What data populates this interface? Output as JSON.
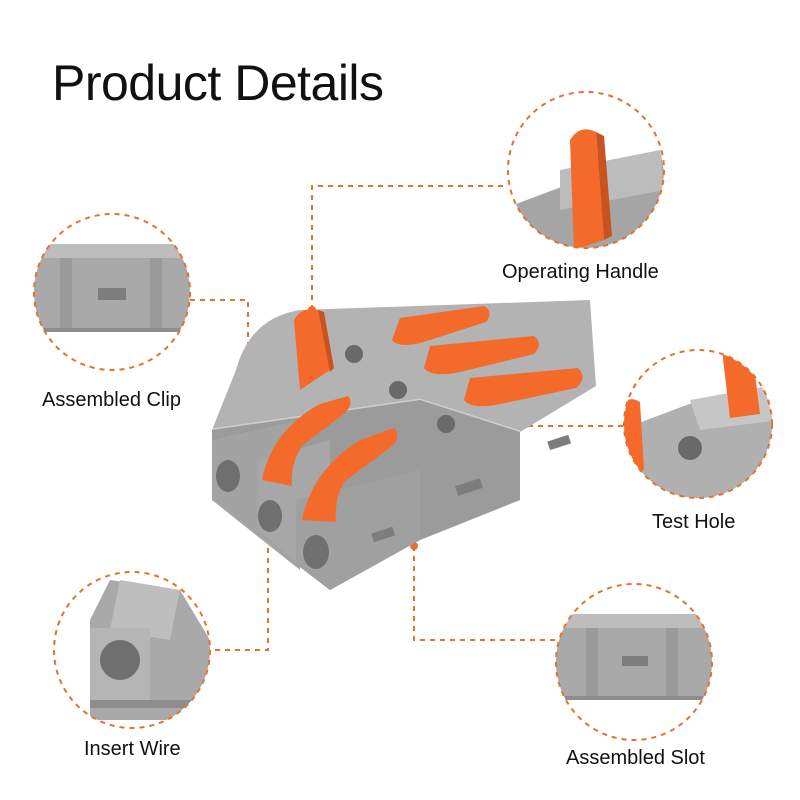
{
  "title": "Product Details",
  "callouts": {
    "operating_handle": "Operating Handle",
    "assembled_clip": "Assembled Clip",
    "test_hole": "Test Hole",
    "insert_wire": "Insert Wire",
    "assembled_slot": "Assembled Slot"
  },
  "colors": {
    "accent": "#e8702a",
    "housing": "#a9a9a9",
    "lever": "#f46a2a",
    "text": "#111111"
  }
}
